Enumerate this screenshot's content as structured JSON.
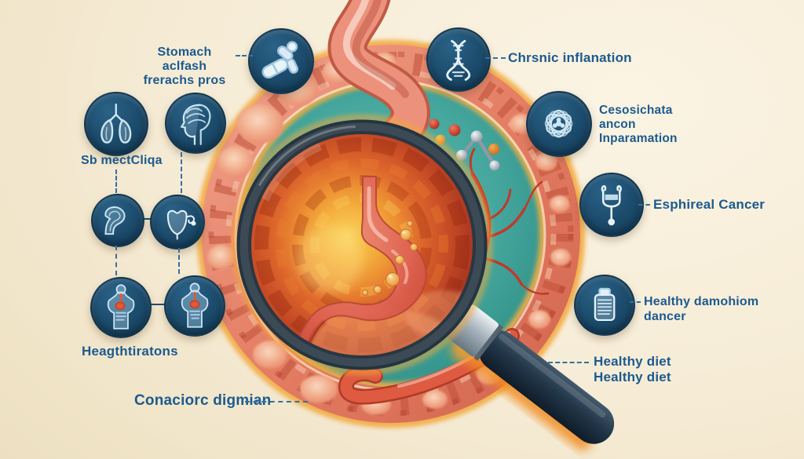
{
  "annotations": {
    "pills_label": [
      "Stomach aclfash",
      "frerachs pros"
    ],
    "organs_label": [
      "Sb mectCliqa"
    ],
    "torso_label": [
      "Heagthtiratons"
    ],
    "ring_label": [
      "Conaciorc digmian"
    ],
    "dna_label": [
      "Chrsnic inflanation"
    ],
    "cell_label": [
      "Cesosichata",
      "ancon",
      "Inparamation"
    ],
    "steth_label": [
      "Esphireal Cancer"
    ],
    "bottle_label": [
      "Healthy damohiom",
      "dancer"
    ],
    "diet_label": [
      "Healthy diet",
      "Healthy diet"
    ]
  },
  "icons": {
    "pills": "pills-icon",
    "dna": "dna-helix-icon",
    "cell": "cell-flower-icon",
    "stethoscope": "stethoscope-icon",
    "bottle": "medicine-bottle-icon",
    "lungs": "lungs-icon",
    "brain": "brain-profile-icon",
    "organ": "stomach-organ-icon",
    "uterus": "uterus-icon",
    "torso": "torso-digestive-icon"
  },
  "colors": {
    "background": "#f6ecd6",
    "teal_disc": "#45a79e",
    "tissue_ring": "#e78a72",
    "ring_glow": "#eda13f",
    "icon_circle": "#1b4a6a",
    "icon_art": "#cfe7f5",
    "label_text": "#1d5a8e",
    "stomach_red": "#d65848",
    "lens_center": "#f8cf5a",
    "handle_dark": "#22374a"
  }
}
